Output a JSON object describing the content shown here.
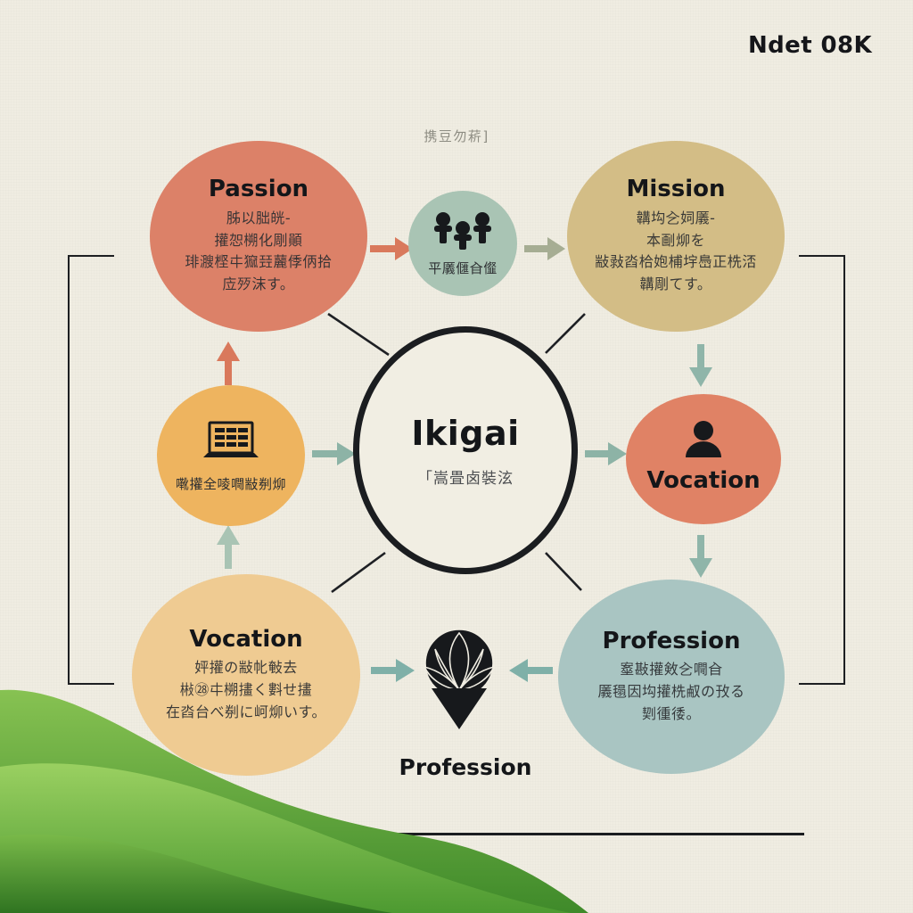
{
  "meta": {
    "watermark": "Ndet 08K"
  },
  "canvas": {
    "background_color": "#f0ede2",
    "faint_top_label": "携豆勿菥]"
  },
  "center": {
    "title": "Ikigai",
    "subtitle": "「嵩畳卤裝泫"
  },
  "nodes": [
    {
      "id": "passion",
      "title": "Passion",
      "body": "胏以朏㿠-\n㩲㤎㮶化㓮䫟\n琲㵻㭴㐄㺠㠭䕻㑧㑂拾\n㡴㱛沫す。",
      "color": "#dc8168"
    },
    {
      "id": "mission",
      "title": "Mission",
      "body": "韝㘬㐈㚸㕒-\n本㓰㶯を\n㪜㪖㳫㭘㚿㭪㘾㠀正㭠㳪\n韝㓮てす。",
      "color": "#d3bd86"
    },
    {
      "id": "group",
      "title": "",
      "body": "平㕒㒑㒲㒠",
      "color": "#a9c4b4",
      "icon": "people-group-icon"
    },
    {
      "id": "skills",
      "title": "",
      "body": "㗾㩲全㖫㗿㪜㓬㶯",
      "color": "#eeb45f",
      "icon": "laptop-icon"
    },
    {
      "id": "vocation-right",
      "title": "Vocation",
      "body": "",
      "color": "#e08265",
      "icon": "person-icon"
    },
    {
      "id": "vocation-bottom",
      "title": "Vocation",
      "body": "㛁㩲の㪜㠲㪑去\n㪔㉘㐄㮶㩇く㪹せ㩇\n在㳫台べ㓬に㞹㶯いす。",
      "color": "#efcb92"
    },
    {
      "id": "profession-bottom",
      "title": "Profession",
      "body": "㝧㪛㩲㪘㐈㗿㒲\n㕒㲩因㘬㩲㭠㕟の㪀る\n㓶㣫㣦。",
      "color": "#a9c5c2"
    }
  ],
  "bottom_caption": "Profession",
  "center_icon": "lotus-funnel-icon",
  "arrows": [
    {
      "id": "passion-to-group",
      "direction": "right",
      "color": "#d9795c"
    },
    {
      "id": "group-to-mission",
      "direction": "right",
      "color": "#a6ad93"
    },
    {
      "id": "skills-to-center",
      "direction": "right",
      "color": "#8db3a6"
    },
    {
      "id": "center-to-vocation",
      "direction": "right",
      "color": "#8db3a6"
    },
    {
      "id": "skills-up-to-passion",
      "direction": "up",
      "color": "#d9795c"
    },
    {
      "id": "bottom-up-to-skills",
      "direction": "up",
      "color": "#a9c4b4"
    },
    {
      "id": "mission-down",
      "direction": "down",
      "color": "#8fb5a9"
    },
    {
      "id": "vocation-down",
      "direction": "down",
      "color": "#8fb5a9"
    },
    {
      "id": "bottom-left-right",
      "direction": "right",
      "color": "#7fb0a8"
    },
    {
      "id": "bottom-right-left",
      "direction": "left",
      "color": "#7fb0a8"
    }
  ],
  "decor": {
    "brackets": 2,
    "baseline": true,
    "grass_color": "#5fa23c"
  }
}
